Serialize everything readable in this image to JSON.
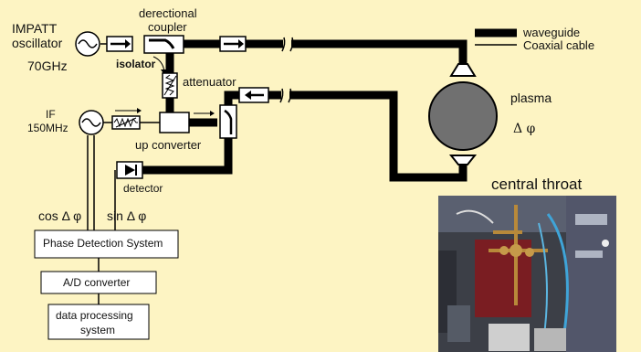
{
  "labels": {
    "impatt_line1": "IMPATT",
    "impatt_line2": "oscillator",
    "impatt_freq": "70GHz",
    "directional_coupler_line1": "derectional",
    "directional_coupler_line2": "coupler",
    "isolator": "isolator",
    "attenuator": "attenuator",
    "if_line1": "IF",
    "if_line2": "150MHz",
    "up_converter": "up converter",
    "detector": "detector",
    "plasma": "plasma",
    "plasma_phase": "Δ φ",
    "cos_phase": "cos Δ φ",
    "sin_phase": "sin Δ φ",
    "phase_detection_system": "Phase Detection System",
    "ad_converter": "A/D converter",
    "data_processing_line1": "data processing",
    "data_processing_line2": "system",
    "central_throat": "central throat"
  },
  "legend": {
    "waveguide": "waveguide",
    "coaxial_cable": "Coaxial cable"
  },
  "colors": {
    "background": "#fdf4c3",
    "waveguide": "#000000",
    "box_fill": "#ffffff",
    "plasma_fill": "#707070",
    "photo_backdrop": "#3c3f47",
    "photo_red_panel": "#7a1d22",
    "photo_brass": "#b8893a"
  }
}
